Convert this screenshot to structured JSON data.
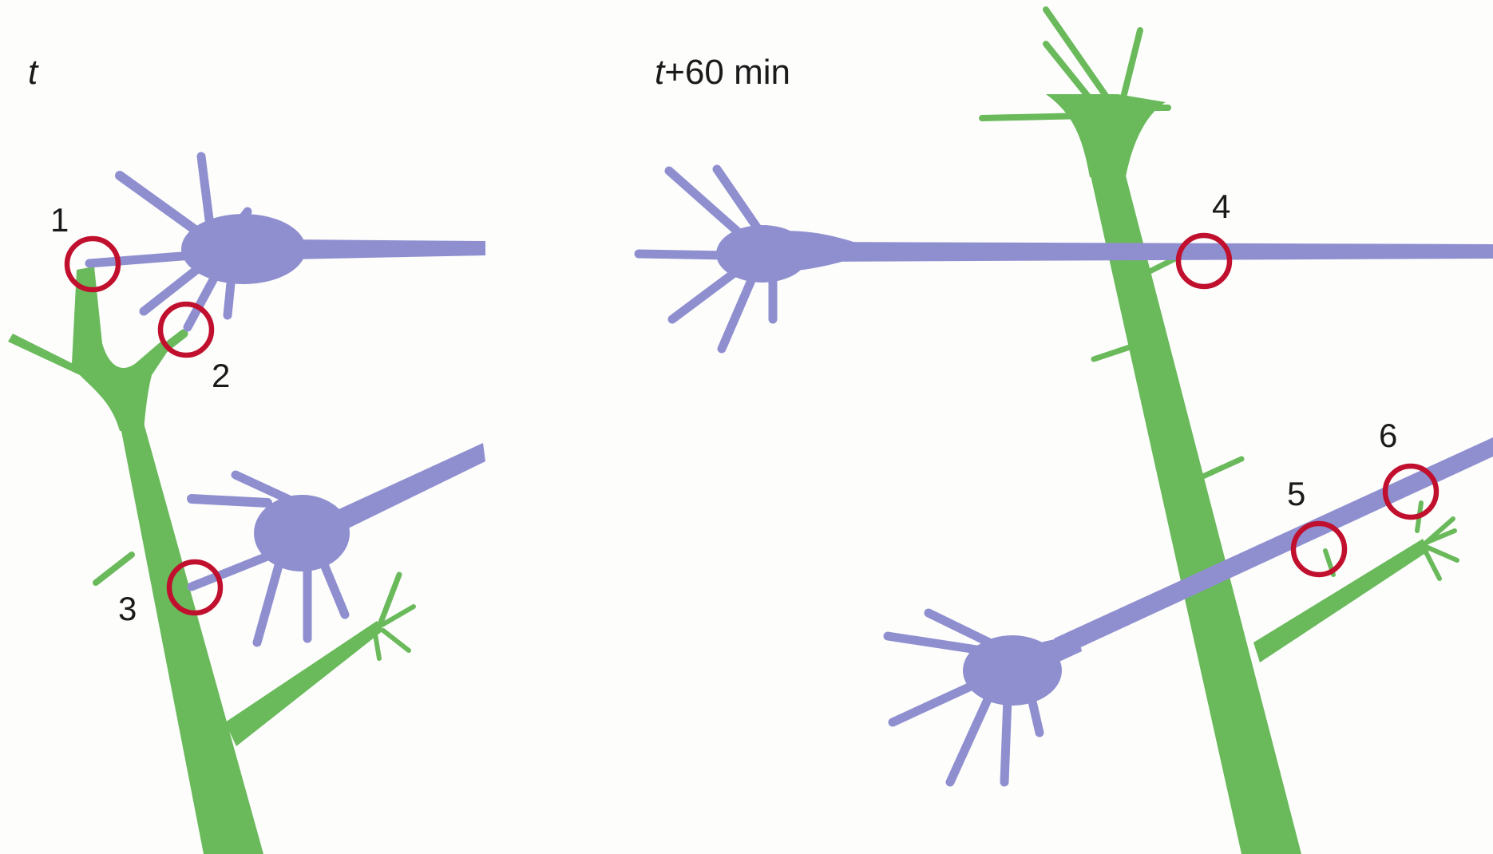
{
  "panels": {
    "left": {
      "title": "t"
    },
    "right": {
      "title_var": "t",
      "title_rest": "+60 min"
    }
  },
  "contacts": [
    {
      "label": "1"
    },
    {
      "label": "2"
    },
    {
      "label": "3"
    },
    {
      "label": "4"
    },
    {
      "label": "5"
    },
    {
      "label": "6"
    }
  ],
  "colors": {
    "dendrite": "#6aba5c",
    "axon_growth_cone": "#8f8fd0",
    "contact_marker": "#c0102e"
  }
}
